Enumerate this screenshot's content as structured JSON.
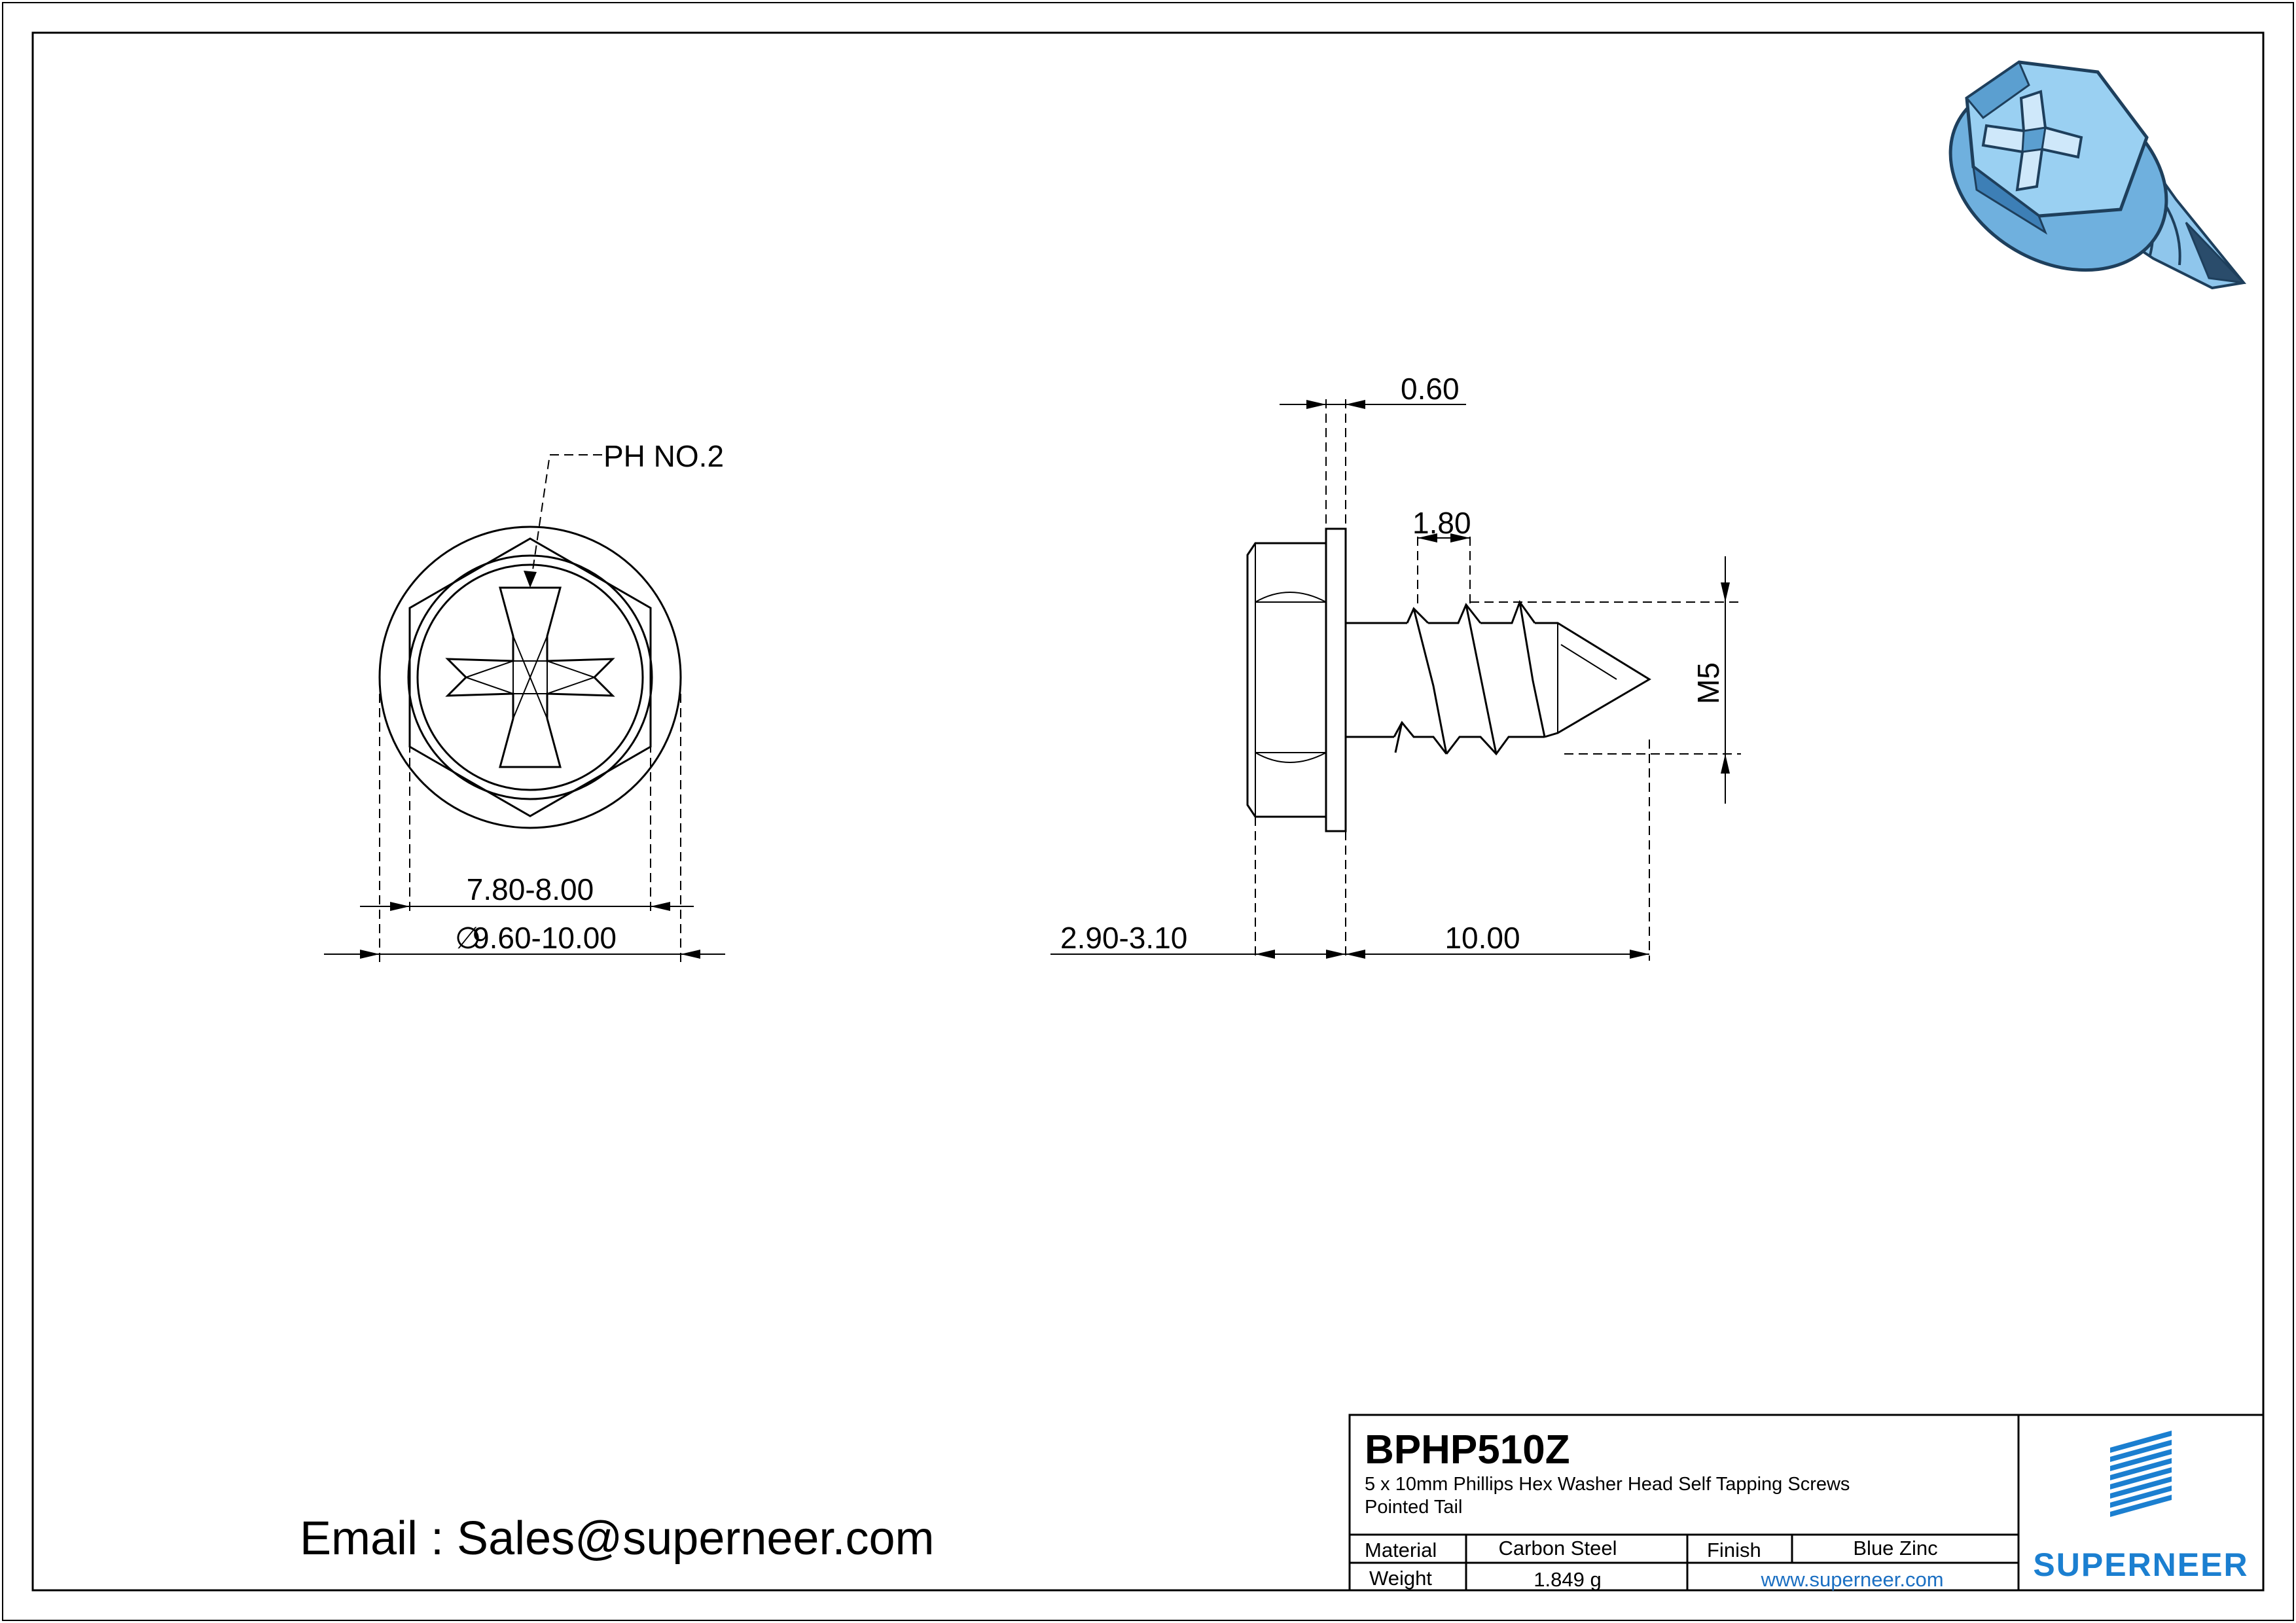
{
  "front_view": {
    "drive_label": "PH NO.2",
    "across_flats": "7.80-8.00",
    "washer_diameter": "9.60-10.00",
    "diameter_symbol": "∅"
  },
  "side_view": {
    "washer_thickness": "0.60",
    "thread_pitch": "1.80",
    "thread_size": "M5",
    "head_height": "2.90-3.10",
    "length": "10.00"
  },
  "title_block": {
    "part_number": "BPHP510Z",
    "description_line1": "5 x 10mm Phillips Hex Washer Head Self Tapping Screws",
    "description_line2": "Pointed Tail",
    "material_label": "Material",
    "material_value": "Carbon Steel",
    "finish_label": "Finish",
    "finish_value": "Blue Zinc",
    "weight_label": "Weight",
    "weight_value": "1.849 g",
    "website": "www.superneer.com",
    "brand": "SUPERNEER"
  },
  "email_line": "Email : Sales@superneer.com",
  "colors": {
    "brand_blue": "#1b7fd0",
    "zinc_blue": "#8fc6ec",
    "zinc_dark": "#3d7fb6"
  },
  "icons": {
    "logo": "stacked-stripes-logo-icon",
    "render": "screw-3d-render-icon"
  }
}
